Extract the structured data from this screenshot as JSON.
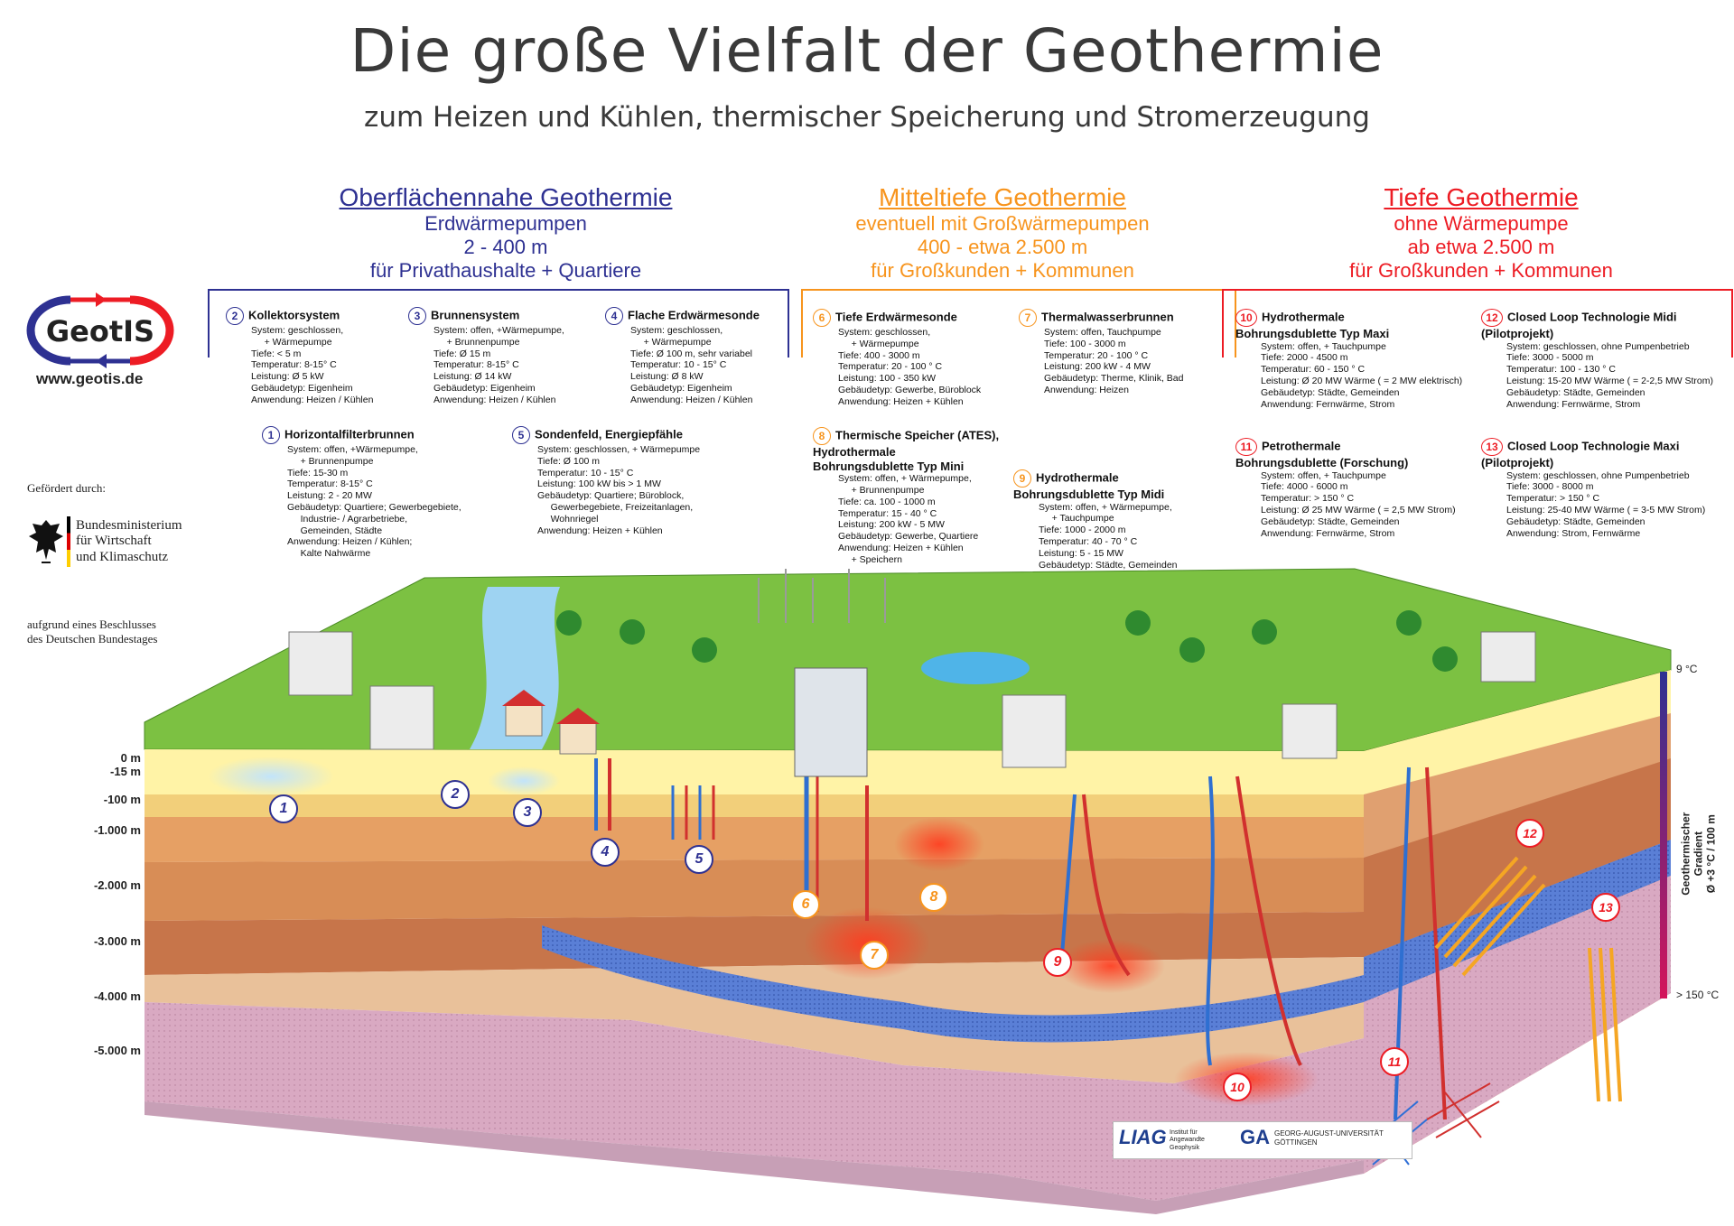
{
  "title": "Die große Vielfalt der Geothermie",
  "subtitle": "zum Heizen und Kühlen, thermischer Speicherung und Stromerzeugung",
  "logo": {
    "name": "GeotIS",
    "url": "www.geotis.de"
  },
  "funding": {
    "label": "Gefördert durch:",
    "ministry": [
      "Bundesministerium",
      "für Wirtschaft",
      "und Klimaschutz"
    ],
    "note": [
      "aufgrund eines Beschlusses",
      "des Deutschen Bundestages"
    ]
  },
  "categories": [
    {
      "heading": "Oberflächennahe Geothermie",
      "lines": [
        "Erdwärmepumpen",
        "2 - 400 m",
        "für Privathaushalte + Quartiere"
      ],
      "color": "#2e3192"
    },
    {
      "heading": "Mitteltiefe Geothermie",
      "lines": [
        "eventuell mit Großwärmepumpen",
        "400 - etwa 2.500 m",
        "für Großkunden + Kommunen"
      ],
      "color": "#f7941d"
    },
    {
      "heading": "Tiefe Geothermie",
      "lines": [
        "ohne Wärmepumpe",
        "ab etwa 2.500 m",
        "für Großkunden + Kommunen"
      ],
      "color": "#ed1c24"
    }
  ],
  "entries": {
    "e2": {
      "num": "2",
      "title": "Kollektorsystem",
      "details": "System: geschlossen,\n     + Wärmepumpe\nTiefe: < 5 m\nTemperatur: 8-15° C\nLeistung: Ø 5 kW\nGebäudetyp: Eigenheim\nAnwendung: Heizen / Kühlen"
    },
    "e3": {
      "num": "3",
      "title": "Brunnensystem",
      "details": "System: offen, +Wärmepumpe,\n     + Brunnenpumpe\nTiefe: Ø 15 m\nTemperatur: 8-15° C\nLeistung: Ø 14 kW\nGebäudetyp: Eigenheim\nAnwendung: Heizen / Kühlen"
    },
    "e4": {
      "num": "4",
      "title": "Flache Erdwärmesonde",
      "details": "System: geschlossen,\n     + Wärmepumpe\nTiefe: Ø 100 m, sehr variabel\nTemperatur: 10 - 15° C\nLeistung: Ø 8 kW\nGebäudetyp: Eigenheim\nAnwendung: Heizen / Kühlen"
    },
    "e1": {
      "num": "1",
      "title": "Horizontalfilterbrunnen",
      "details": "System: offen, +Wärmepumpe,\n     + Brunnenpumpe\nTiefe: 15-30 m\nTemperatur: 8-15° C\nLeistung: 2 - 20 MW\nGebäudetyp: Quartiere; Gewerbegebiete,\n     Industrie- / Agrarbetriebe,\n     Gemeinden, Städte\nAnwendung: Heizen / Kühlen;\n     Kalte Nahwärme"
    },
    "e5": {
      "num": "5",
      "title": "Sondenfeld, Energiepfähle",
      "details": "System: geschlossen, + Wärmepumpe\nTiefe: Ø 100 m\nTemperatur: 10 - 15° C\nLeistung: 100 kW bis > 1 MW\nGebäudetyp: Quartiere; Büroblock,\n     Gewerbegebiete, Freizeitanlagen,\n     Wohnriegel\nAnwendung: Heizen + Kühlen"
    },
    "e6": {
      "num": "6",
      "title": "Tiefe Erdwärmesonde",
      "details": "System: geschlossen,\n     + Wärmepumpe\nTiefe: 400 - 3000 m\nTemperatur: 20 - 100 ° C\nLeistung: 100 - 350 kW\nGebäudetyp: Gewerbe, Büroblock\nAnwendung: Heizen + Kühlen"
    },
    "e7": {
      "num": "7",
      "title": "Thermalwasserbrunnen",
      "details": "System: offen, Tauchpumpe\nTiefe: 100 - 3000 m\nTemperatur: 20 - 100 ° C\nLeistung: 200 kW - 4 MW\nGebäudetyp: Therme, Klinik, Bad\nAnwendung: Heizen"
    },
    "e8": {
      "num": "8",
      "title": "Thermische Speicher (ATES),\nHydrothermale\nBohrungsdublette Typ Mini",
      "details": "System: offen, + Wärmepumpe,\n     + Brunnenpumpe\nTiefe: ca. 100 - 1000 m\nTemperatur: 15 - 40 ° C\nLeistung: 200 kW - 5 MW\nGebäudetyp: Gewerbe, Quartiere\nAnwendung: Heizen + Kühlen\n     + Speichern"
    },
    "e9": {
      "num": "9",
      "title": "Hydrothermale\nBohrungsdublette Typ Midi",
      "details": "System: offen, + Wärmepumpe,\n     + Tauchpumpe\nTiefe: 1000 - 2000 m\nTemperatur: 40 - 70 ° C\nLeistung: 5 - 15 MW\nGebäudetyp: Städte, Gemeinden\nAnwendung: Fernwärme"
    },
    "e10": {
      "num": "10",
      "title": "Hydrothermale\nBohrungsdublette Typ Maxi",
      "details": "System: offen, + Tauchpumpe\nTiefe: 2000 - 4500 m\nTemperatur: 60 - 150 ° C\nLeistung: Ø 20 MW Wärme ( = 2 MW elektrisch)\nGebäudetyp: Städte, Gemeinden\nAnwendung: Fernwärme, Strom"
    },
    "e11": {
      "num": "11",
      "title": "Petrothermale\nBohrungsdublette (Forschung)",
      "details": "System: offen, + Tauchpumpe\nTiefe: 4000 - 6000 m\nTemperatur: > 150 ° C\nLeistung: Ø 25 MW Wärme ( = 2,5 MW Strom)\nGebäudetyp: Städte, Gemeinden\nAnwendung: Fernwärme, Strom"
    },
    "e12": {
      "num": "12",
      "title": "Closed Loop Technologie Midi\n(Pilotprojekt)",
      "details": "System: geschlossen, ohne Pumpenbetrieb\nTiefe: 3000 - 5000 m\nTemperatur: 100 - 130 ° C\nLeistung: 15-20 MW Wärme ( = 2-2,5 MW Strom)\nGebäudetyp: Städte, Gemeinden\nAnwendung: Fernwärme, Strom"
    },
    "e13": {
      "num": "13",
      "title": "Closed Loop Technologie Maxi\n(Pilotprojekt)",
      "details": "System: geschlossen, ohne Pumpenbetrieb\nTiefe: 3000 - 8000 m\nTemperatur: > 150 ° C\nLeistung: 25-40 MW Wärme ( = 3-5 MW Strom)\nGebäudetyp: Städte, Gemeinden\nAnwendung: Strom, Fernwärme"
    }
  },
  "depths": [
    "0 m",
    "-15 m",
    "-100 m",
    "-1.000 m",
    "-2.000 m",
    "-3.000 m",
    "-4.000 m",
    "-5.000 m"
  ],
  "gradient": {
    "top": "9 °C",
    "bottom": "> 150 °C",
    "label1": "Geothermischer",
    "label2": "Gradient",
    "label3": "Ø +3 °C / 100 m"
  },
  "bubbles": [
    "1",
    "2",
    "3",
    "4",
    "5",
    "6",
    "7",
    "8",
    "9",
    "10",
    "11",
    "12",
    "13"
  ],
  "credits": {
    "liag": "LIAG",
    "liag_sub": "Institut für Angewandte Geophysik",
    "ga": "GA",
    "ga_sub": "GEORG-AUGUST-UNIVERSITÄT GÖTTINGEN"
  }
}
